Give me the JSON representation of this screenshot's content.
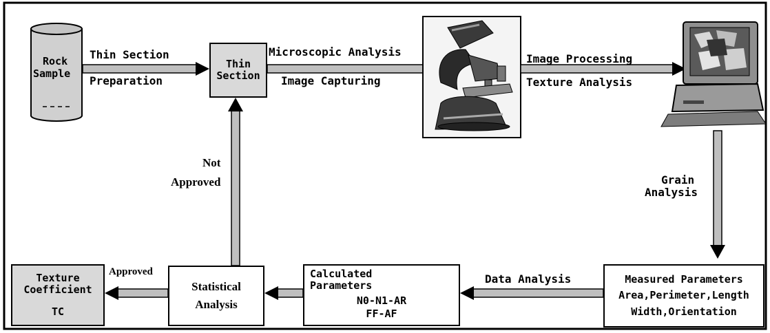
{
  "nodes": {
    "rock_sample": [
      "Rock",
      "Sample"
    ],
    "thin_section": [
      "Thin",
      "Section"
    ],
    "measured": [
      "Measured Parameters",
      "Area,Perimeter,Length",
      "Width,Orientation"
    ],
    "calculated": [
      "Calculated",
      "Parameters",
      "N0-N1-AR",
      "FF-AF"
    ],
    "statistical": [
      "Statistical",
      "Analysis"
    ],
    "texture": [
      "Texture",
      "Coefficient",
      "TC"
    ]
  },
  "edges": {
    "thin_section_prep_1": "Thin Section",
    "thin_section_prep_2": "Preparation",
    "microscopic": "Microscopic Analysis",
    "image_capturing": "Image Capturing",
    "image_processing": "Image Processing",
    "texture_analysis": "Texture Analysis",
    "grain_1": "Grain",
    "grain_2": "Analysis",
    "data_analysis": "Data Analysis",
    "approved": "Approved",
    "not_1": "Not",
    "not_2": "Approved"
  },
  "colors": {
    "box_fill": "#d9d9d9",
    "arrow_fill": "#bfbfbf",
    "stroke": "#000000"
  }
}
